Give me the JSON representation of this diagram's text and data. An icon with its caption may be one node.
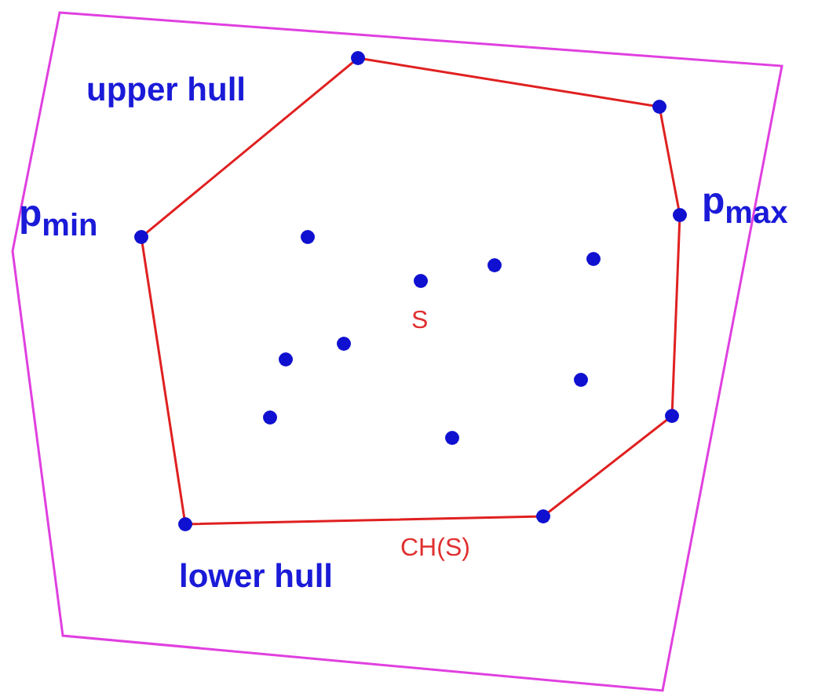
{
  "diagram": {
    "labels": [
      "upper hull",
      "p$_{min}$",
      "p$_{max}$",
      "S",
      "lower hull",
      "CH(S)"
    ]
  }
}
